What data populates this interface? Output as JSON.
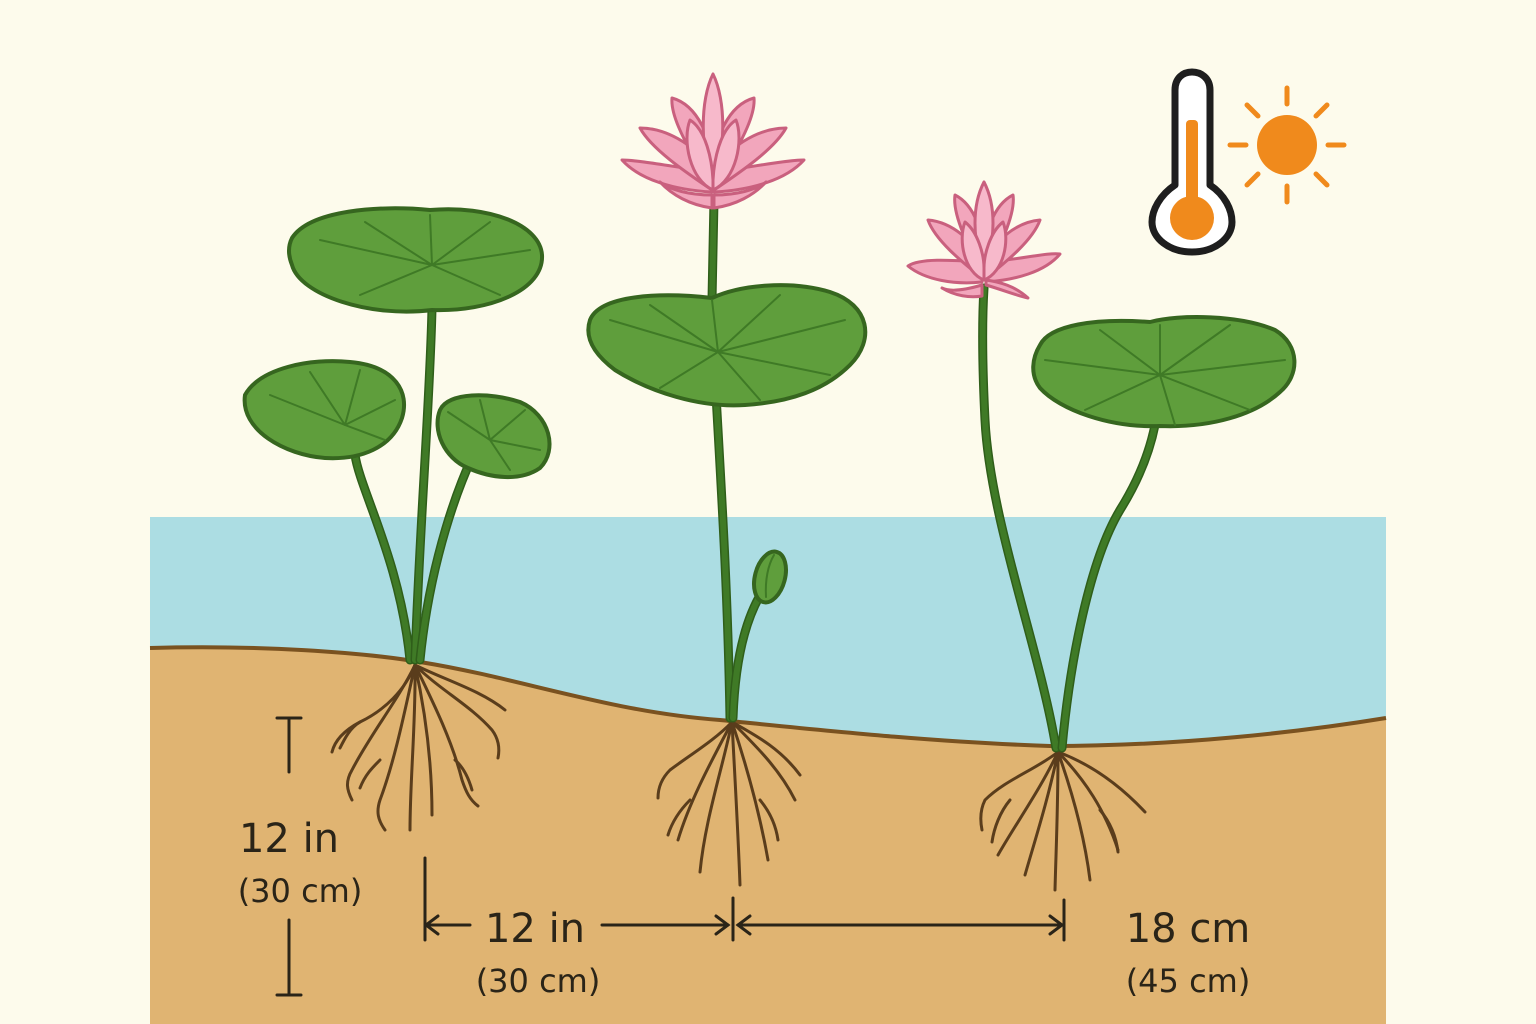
{
  "diagram": {
    "depth_label": {
      "imperial": "12 in",
      "metric": "(30 cm)"
    },
    "spacing_1": {
      "imperial": "12 in",
      "metric": "(30 cm)"
    },
    "spacing_2": {
      "imperial": "18 cm",
      "metric": "(45 cm)"
    },
    "icons": [
      "thermometer-icon",
      "sun-icon"
    ],
    "colors": {
      "background": "#fdfbec",
      "water": "#acdde3",
      "soil": "#e0b472",
      "soil_line": "#7a5220",
      "leaf": "#5f9e3c",
      "petal": "#f2a6bc",
      "accent": "#f08a1c"
    }
  }
}
